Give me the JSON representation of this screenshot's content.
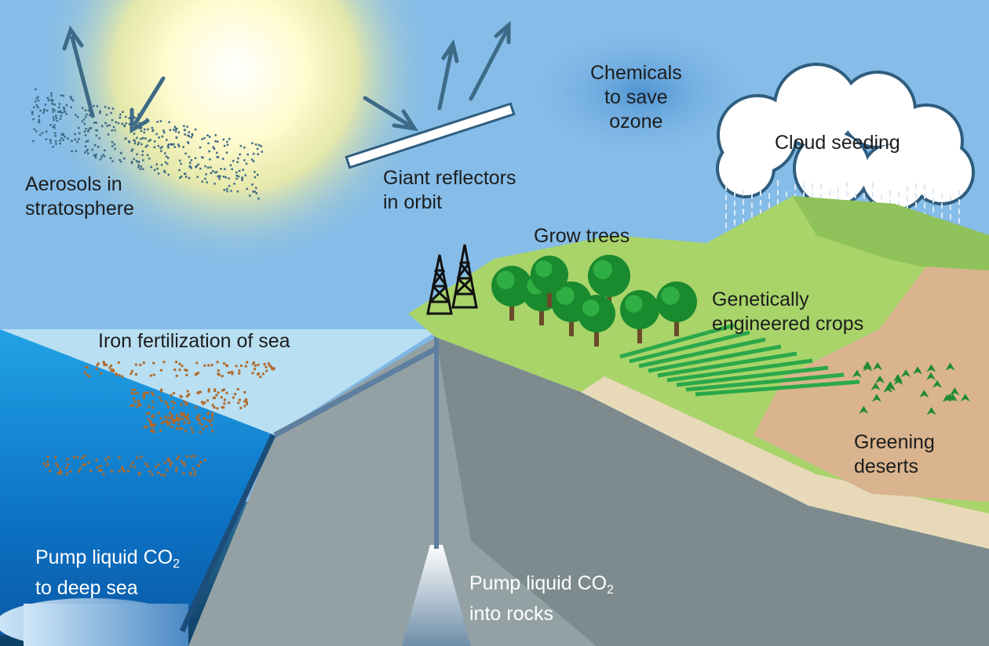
{
  "labels": {
    "aerosols": [
      "Aerosols in",
      "stratosphere"
    ],
    "reflectors": [
      "Giant reflectors",
      "in orbit"
    ],
    "chemicals": [
      "Chemicals",
      "to save",
      "ozone"
    ],
    "cloud_seeding": "Cloud seeding",
    "grow_trees": "Grow trees",
    "crops": [
      "Genetically",
      "engineered crops"
    ],
    "iron": "Iron fertilization of sea",
    "greening": [
      "Greening",
      "deserts"
    ],
    "pump_sea": {
      "line1": "Pump liquid CO",
      "sub": "2",
      "line2": "to deep sea"
    },
    "pump_rocks": {
      "line1": "Pump liquid CO",
      "sub": "2",
      "line2": "into rocks"
    }
  },
  "colors": {
    "sky": "#7fb8e6",
    "sun": "#fff8b0",
    "sea": "#1f8fd8",
    "land_green": "#a8d46a",
    "tree": "#1a8a2e",
    "desert": "#d9b48e",
    "rock": "#8d9a9e",
    "iron_particles": "#b06a2c",
    "aerosol_particles": "#3d6a86"
  },
  "icons": [
    "sun",
    "cloud-icon",
    "oil-derrick-icon",
    "tree-icon",
    "reflector",
    "arrow-icon"
  ]
}
